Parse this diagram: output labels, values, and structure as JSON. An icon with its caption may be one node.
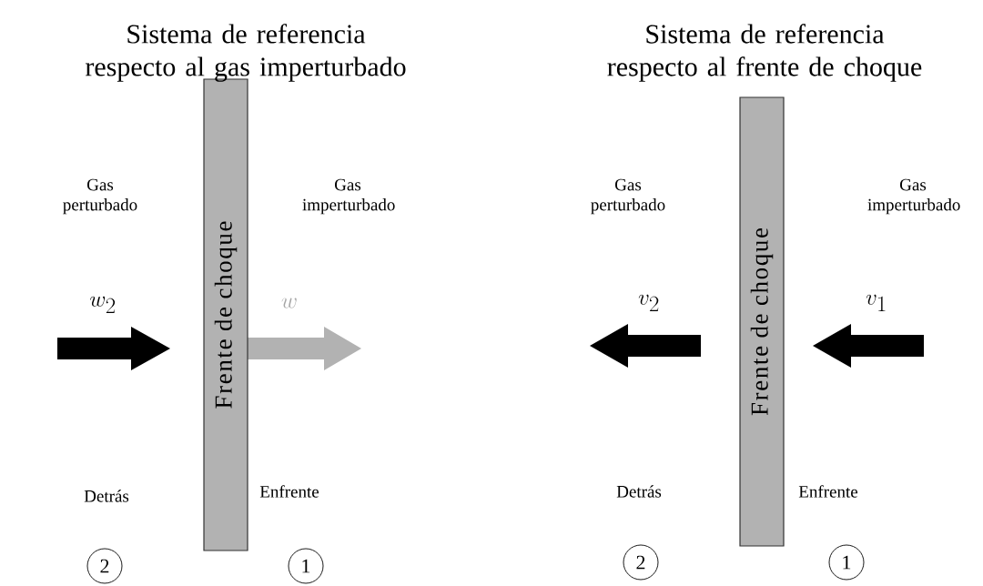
{
  "diagram": {
    "nodes": [
      {
        "text": [
          "Frente de choque"
        ]
      },
      {
        "text": [
          "2"
        ]
      },
      {
        "text": [
          "1"
        ]
      },
      {
        "text": [
          "Frente de choque"
        ]
      },
      {
        "text": [
          "2"
        ]
      },
      {
        "text": [
          "1"
        ]
      }
    ],
    "labels": [
      "Sistema de referencia respecto al gas imperturbado",
      "Sistema de referencia respecto al frente de choque",
      "Gas perturbado",
      "Gas imperturbado",
      "Gas perturbado",
      "Gas imperturbado",
      "w_2",
      "w",
      "v_2",
      "v_1",
      "Detrás",
      "Enfrente",
      "Detrás",
      "Enfrente"
    ]
  }
}
